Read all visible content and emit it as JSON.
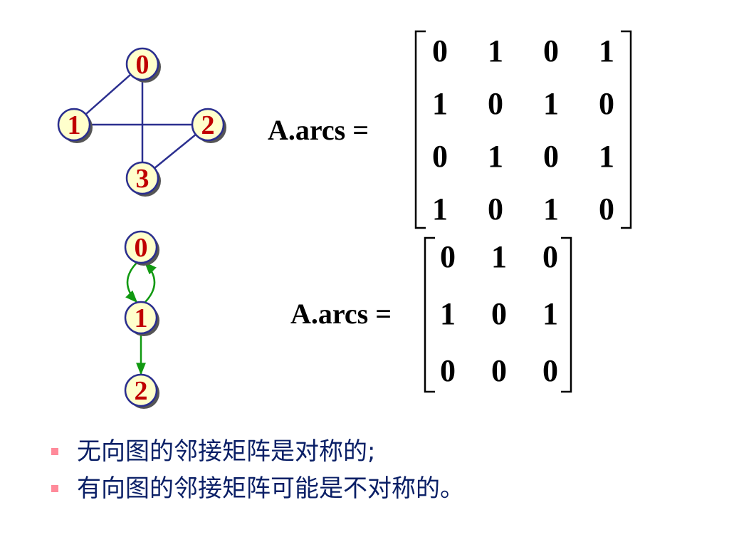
{
  "colors": {
    "node_fill": "#ffffcc",
    "node_stroke": "#2b2f8f",
    "node_shadow": "#555555",
    "node_text": "#c00000",
    "undirected_edge": "#2b2f8f",
    "directed_edge": "#119911",
    "matrix_text": "#000000",
    "bullet_text": "#0a1f66",
    "bullet_mark": "#ff8a9a"
  },
  "undirected_graph": {
    "nodes": [
      "0",
      "1",
      "2",
      "3"
    ],
    "edges": [
      [
        "0",
        "1"
      ],
      [
        "0",
        "3"
      ],
      [
        "1",
        "2"
      ],
      [
        "2",
        "3"
      ]
    ]
  },
  "directed_graph": {
    "nodes": [
      "0",
      "1",
      "2"
    ],
    "edges": [
      [
        "0",
        "1"
      ],
      [
        "1",
        "0"
      ],
      [
        "1",
        "2"
      ]
    ]
  },
  "matrix_undirected": {
    "label": "A.arcs =",
    "rows": [
      [
        "0",
        "1",
        "0",
        "1"
      ],
      [
        "1",
        "0",
        "1",
        "0"
      ],
      [
        "0",
        "1",
        "0",
        "1"
      ],
      [
        "1",
        "0",
        "1",
        "0"
      ]
    ]
  },
  "matrix_directed": {
    "label": "A.arcs =",
    "rows": [
      [
        "0",
        "1",
        "0"
      ],
      [
        "1",
        "0",
        "1"
      ],
      [
        "0",
        "0",
        "0"
      ]
    ]
  },
  "bullets": [
    "无向图的邻接矩阵是对称的;",
    "有向图的邻接矩阵可能是不对称的。"
  ],
  "bullet_icon": "square-bullet-icon"
}
